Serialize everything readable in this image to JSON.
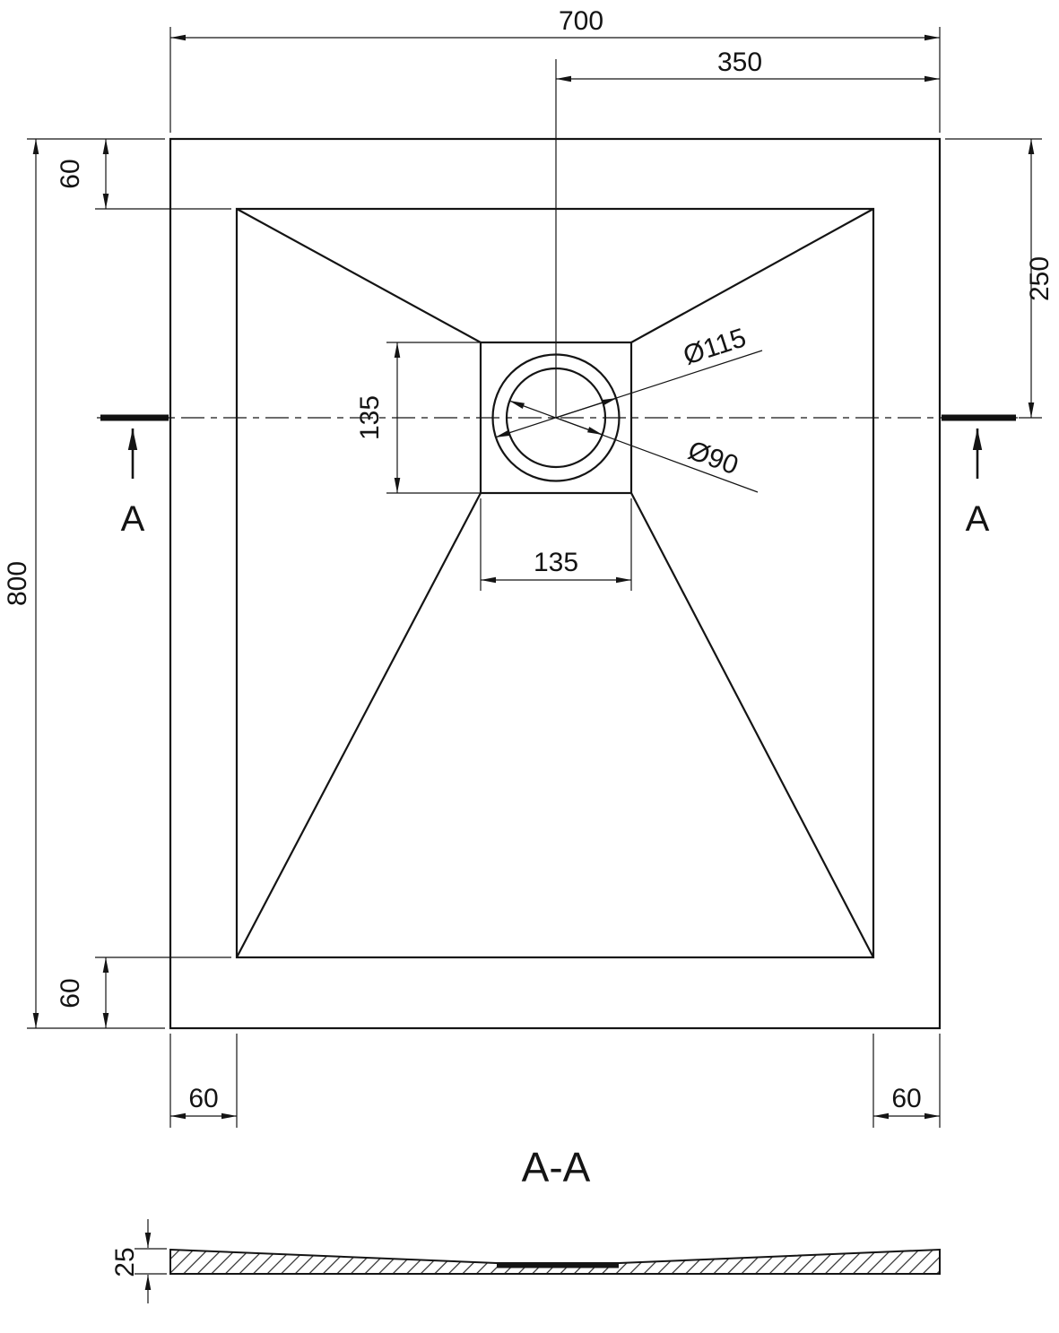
{
  "drawing": {
    "plan": {
      "overall_width": "700",
      "center_offset": "350",
      "overall_height": "800",
      "top_inset": "60",
      "bottom_inset": "60",
      "drain_center_offset": "250",
      "drain_square_width": "135",
      "drain_square_height": "135",
      "outer_diameter": "Ø115",
      "inner_diameter": "Ø90",
      "bottom_left_inset": "60",
      "bottom_right_inset": "60"
    },
    "section": {
      "marker_left": "A",
      "marker_right": "A",
      "title": "A-A",
      "thickness": "25"
    },
    "colors": {
      "line": "#141414",
      "background": "#ffffff"
    }
  }
}
